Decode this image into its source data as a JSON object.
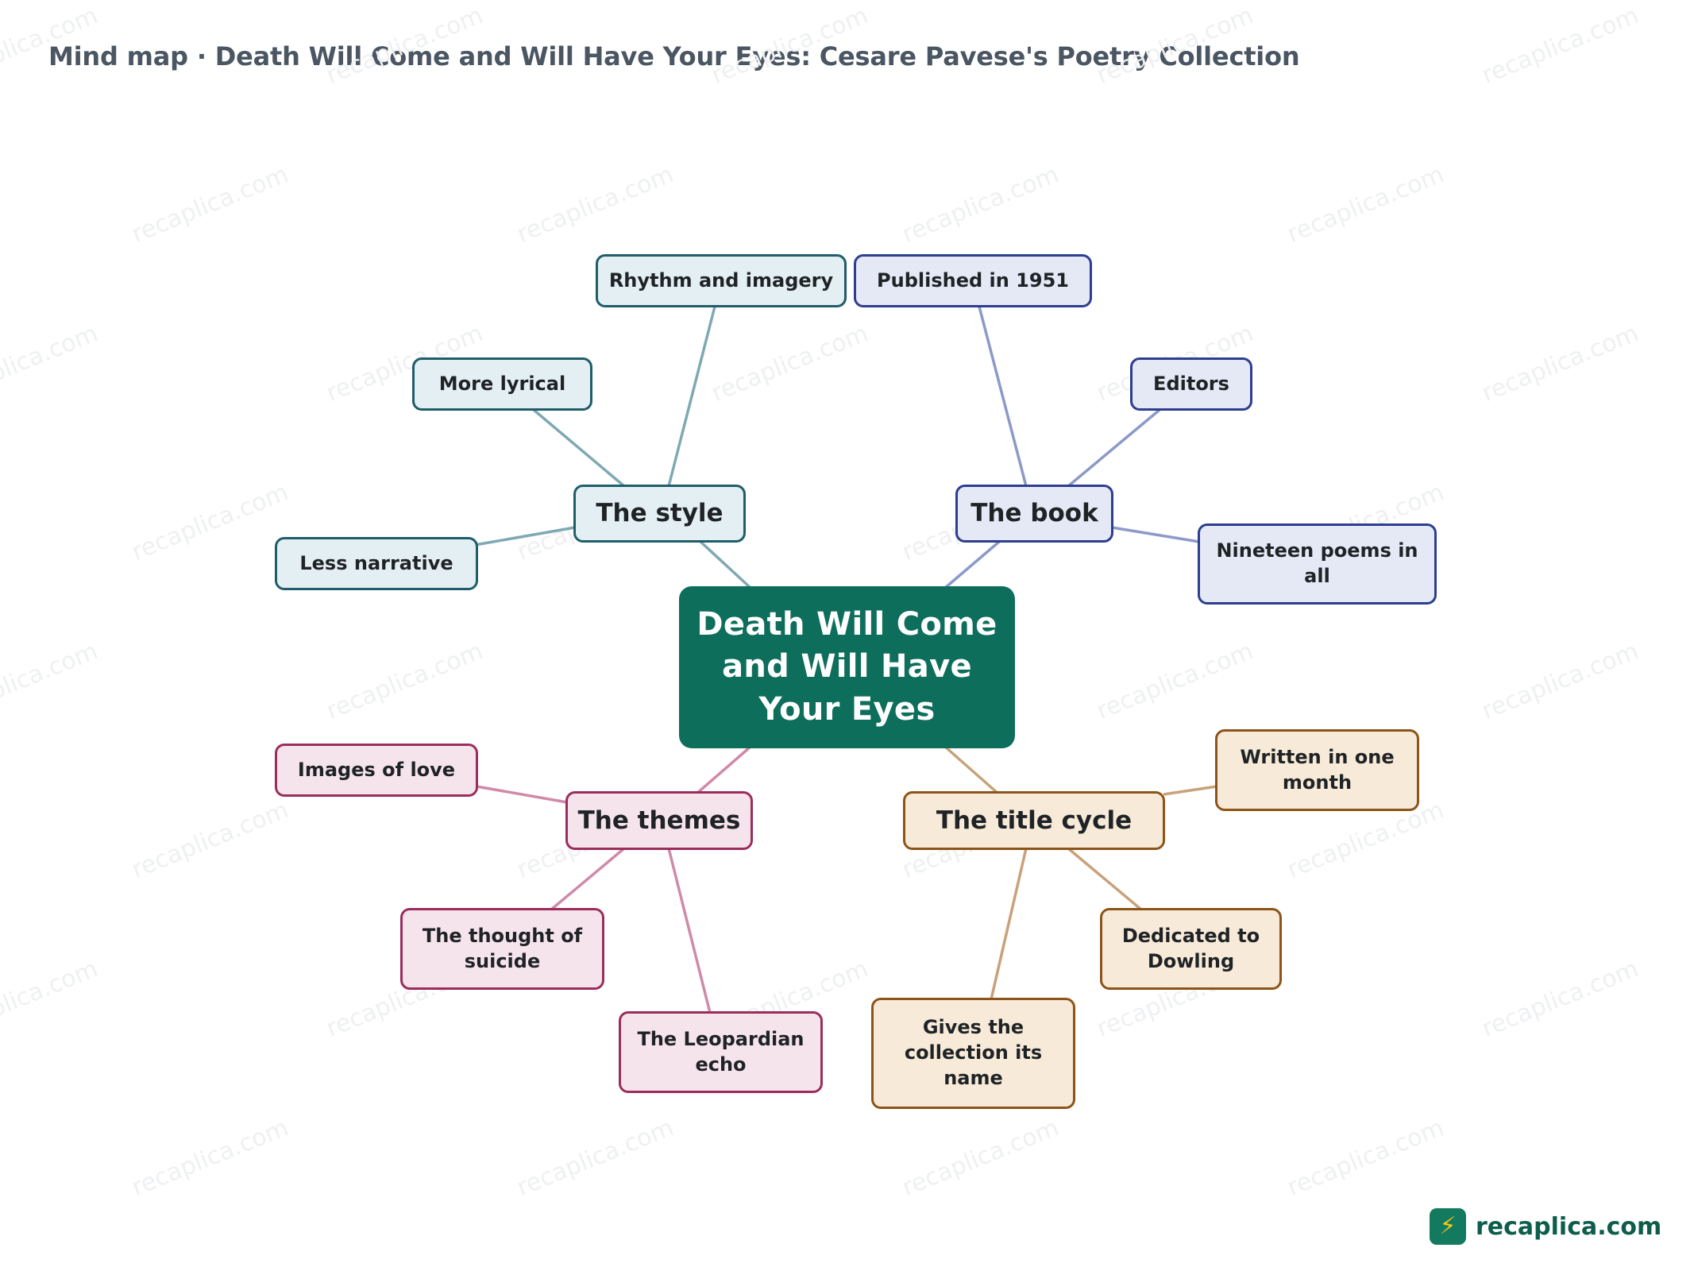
{
  "title": "Mind map · Death Will Come and Will Have Your Eyes: Cesare Pavese's Poetry Collection",
  "watermark": "recaplica.com",
  "center": {
    "label": "Death Will Come and Will Have Your Eyes",
    "color": "#0e6e5c"
  },
  "branches": {
    "style": {
      "label": "The style",
      "color": "#1f5d6b",
      "children": [
        "Rhythm and imagery",
        "More lyrical",
        "Less narrative"
      ]
    },
    "book": {
      "label": "The book",
      "color": "#2c3e8f",
      "children": [
        "Published in 1951",
        "Editors",
        "Nineteen poems in all"
      ]
    },
    "themes": {
      "label": "The themes",
      "color": "#9b2d5d",
      "children": [
        "Images of love",
        "The thought of suicide",
        "The Leopardian echo"
      ]
    },
    "title_cycle": {
      "label": "The title cycle",
      "color": "#8c5418",
      "children": [
        "Written in one month",
        "Dedicated to Dowling",
        "Gives the collection its name"
      ]
    }
  },
  "brand": {
    "name": "recaplica.com",
    "icon": "lightning-book-icon"
  }
}
